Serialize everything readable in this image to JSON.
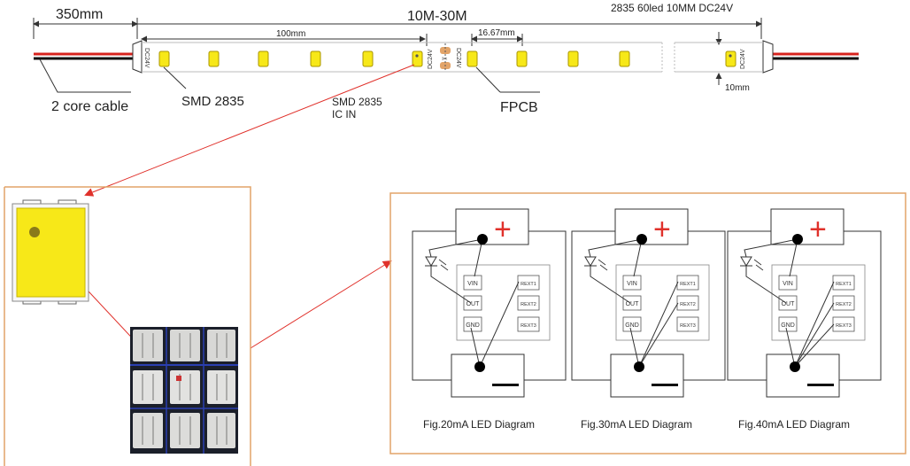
{
  "header": {
    "lead_length": "350mm",
    "strip_length": "10M-30M",
    "spec": "2835 60led 10MM DC24V"
  },
  "strip": {
    "segment_length": "100mm",
    "led_pitch": "16.67mm",
    "width": "10mm",
    "voltage_mark": "DC24V",
    "cut_mark": "✂",
    "labels": {
      "cable": "2 core cable",
      "led": "SMD 2835",
      "ic_line1": "SMD 2835",
      "ic_line2": "IC IN",
      "pcb": "FPCB"
    }
  },
  "chip": {
    "pins": [
      "VIN",
      "OUT",
      "GND",
      "REXT1",
      "REXT2",
      "REXT3"
    ],
    "plus_symbol": "+",
    "minus_symbol": "—"
  },
  "figures": [
    {
      "caption": "Fig.20mA  LED Diagram",
      "rext_connected": 1
    },
    {
      "caption": "Fig.30mA  LED Diagram",
      "rext_connected": 2
    },
    {
      "caption": "Fig.40mA  LED Diagram",
      "rext_connected": 3
    }
  ],
  "colors": {
    "accent_orange": "#e2a469",
    "arrow_red": "#e0312b",
    "led_yellow": "#f7e818",
    "cable_red": "#d7231e"
  }
}
